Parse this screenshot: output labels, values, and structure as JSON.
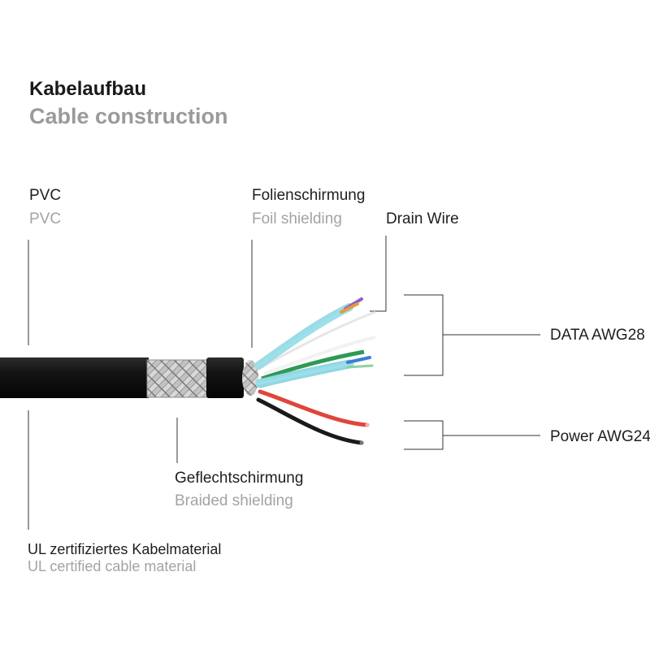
{
  "title": {
    "de": "Kabelaufbau",
    "en": "Cable construction"
  },
  "labels": {
    "pvc": {
      "de": "PVC",
      "en": "PVC"
    },
    "foil": {
      "de": "Folienschirmung",
      "en": "Foil shielding"
    },
    "drain": {
      "text": "Drain Wire"
    },
    "data": {
      "text": "DATA AWG28"
    },
    "power": {
      "text": "Power AWG24"
    },
    "braid": {
      "de": "Geflechtschirmung",
      "en": "Braided shielding"
    },
    "ul": {
      "de": "UL zertifiziertes Kabelmaterial",
      "en": "UL certified cable material"
    }
  },
  "colors": {
    "jacket": "#141414",
    "braid": "#b5b5b5",
    "foil": "#6cc7d6",
    "red_wire": "#e0453c",
    "black_wire": "#1a1a1a",
    "green_wire": "#2e9a55",
    "white_wire": "#f2f2f2",
    "blue_core": "#3b7fd4",
    "purple_core": "#8d5fc4",
    "orange_core": "#e89a3a",
    "leader_line": "#333333"
  }
}
